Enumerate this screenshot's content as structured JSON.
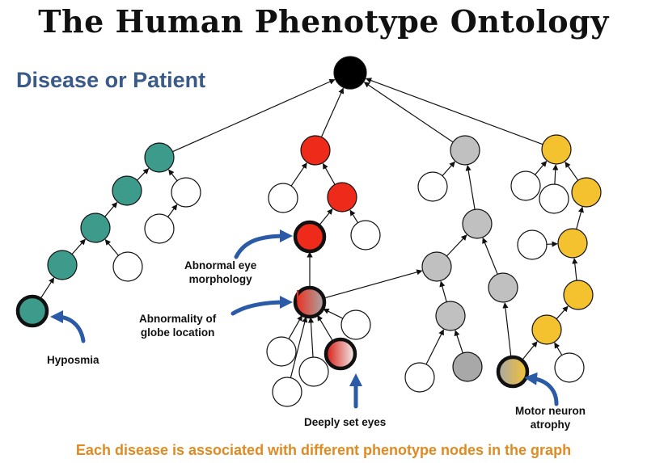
{
  "title": "The Human Phenotype Ontology",
  "subtitle": "Disease or Patient",
  "labels": {
    "hyposmia": "Hyposmia",
    "abnormal_eye_1": "Abnormal eye",
    "abnormal_eye_2": "morphology",
    "globe_1": "Abnormality of",
    "globe_2": "globe location",
    "deeply_set": "Deeply set eyes",
    "motor_1": "Motor neuron",
    "motor_2": "atrophy"
  },
  "footer": "Each disease is associated with different phenotype nodes in the graph",
  "colors": {
    "root": "#000000",
    "teal": "#3d9b8c",
    "red": "#ee2a1a",
    "gray": "#c0c0c0",
    "darkgray": "#a8a8a8",
    "yellow": "#f5c22f",
    "white": "#ffffff",
    "arrow_blue": "#2b5aa6",
    "subtitle": "#3a5a87",
    "footer": "#e08a22"
  }
}
